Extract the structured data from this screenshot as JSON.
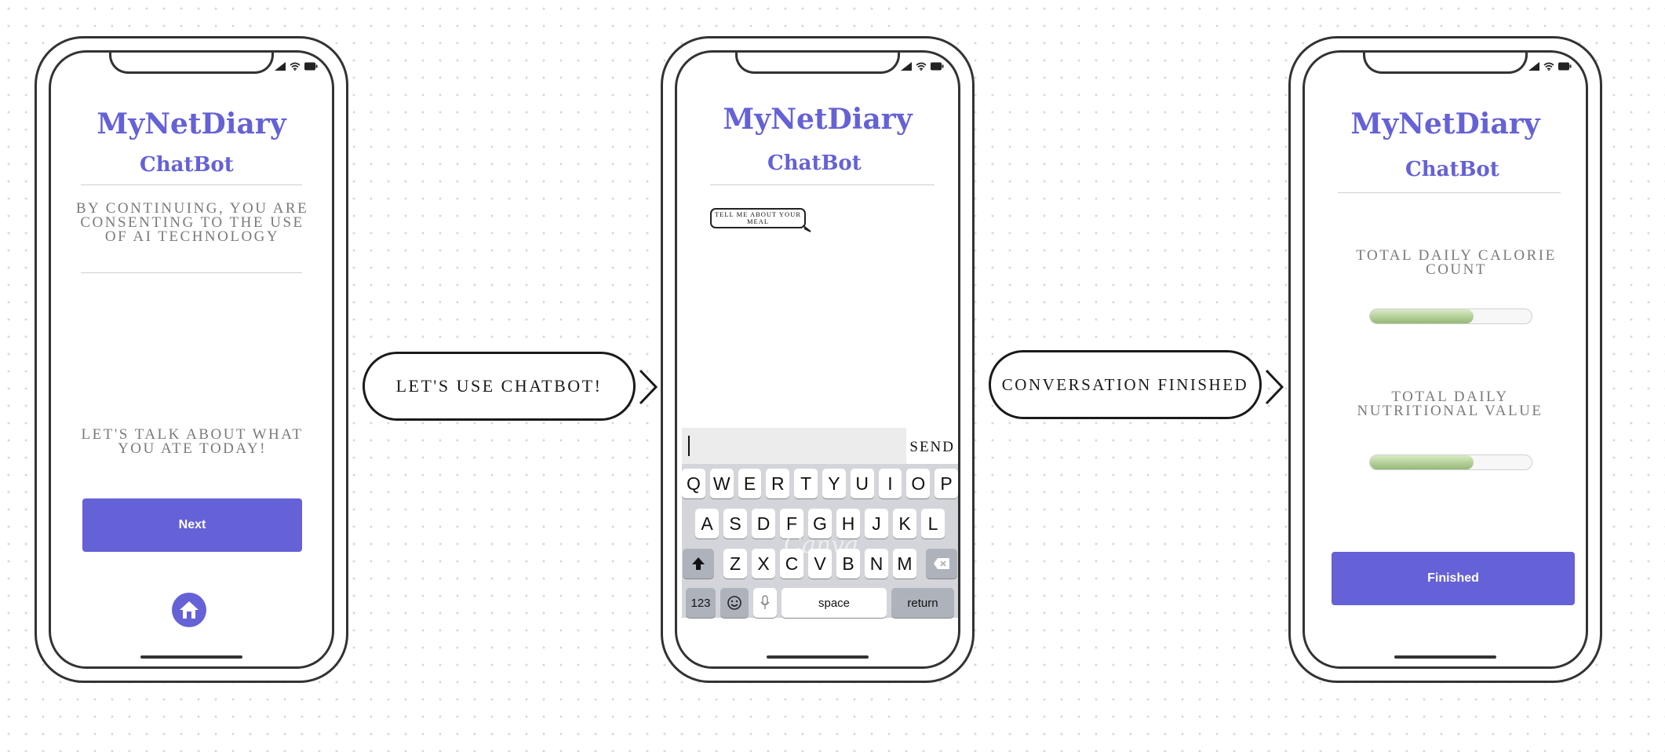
{
  "brand_color": "#6561d6",
  "screens": [
    {
      "title": "MyNetDiary",
      "subtitle": "ChatBot",
      "consent_text": "BY CONTINUING, YOU ARE CONSENTING TO THE USE OF AI TECHNOLOGY",
      "prompt_text": "LET'S TALK ABOUT WHAT YOU ATE TODAY!",
      "next_button": "Next",
      "home_icon": "home-icon"
    },
    {
      "title": "MyNetDiary",
      "subtitle": "ChatBot",
      "bubble_text": "TELL ME ABOUT YOUR MEAL",
      "send_label": "SEND",
      "keyboard": {
        "row1": [
          "Q",
          "W",
          "E",
          "R",
          "T",
          "Y",
          "U",
          "I",
          "O",
          "P"
        ],
        "row2": [
          "A",
          "S",
          "D",
          "F",
          "G",
          "H",
          "J",
          "K",
          "L"
        ],
        "row3": [
          "Z",
          "X",
          "C",
          "V",
          "B",
          "N",
          "M"
        ],
        "numbers_key": "123",
        "space_key": "space",
        "return_key": "return",
        "watermark": "Canva"
      }
    },
    {
      "title": "MyNetDiary",
      "subtitle": "ChatBot",
      "calorie_label": "TOTAL DAILY CALORIE COUNT",
      "calorie_progress": 0.64,
      "nutrition_label": "TOTAL DAILY NUTRITIONAL VALUE",
      "nutrition_progress": 0.64,
      "finished_button": "Finished"
    }
  ],
  "transitions": [
    {
      "label": "LET'S USE CHATBOT!"
    },
    {
      "label": "CONVERSATION FINISHED"
    }
  ]
}
